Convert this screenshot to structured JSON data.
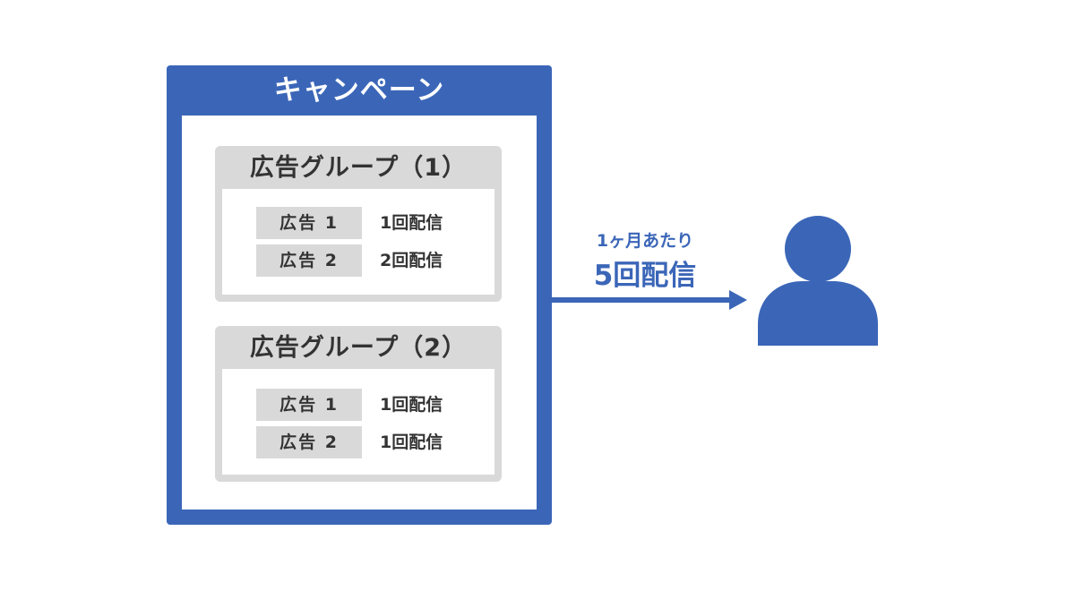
{
  "campaign": {
    "title": "キャンペーン",
    "color": "#3b66b8"
  },
  "ad_groups": [
    {
      "title": "広告グループ（1）",
      "ads": [
        {
          "label": "広告 1",
          "delivery": "1回配信"
        },
        {
          "label": "広告 2",
          "delivery": "2回配信"
        }
      ]
    },
    {
      "title": "広告グループ（2）",
      "ads": [
        {
          "label": "広告 1",
          "delivery": "1回配信"
        },
        {
          "label": "広告 2",
          "delivery": "1回配信"
        }
      ]
    }
  ],
  "delivery": {
    "period": "1ヶ月あたり",
    "total": "5回配信"
  },
  "icons": {
    "target": "user-icon",
    "arrow": "arrow-right-icon"
  },
  "colors": {
    "accent": "#3b66b8",
    "group_bg": "#d9d9d9",
    "text": "#333333"
  }
}
